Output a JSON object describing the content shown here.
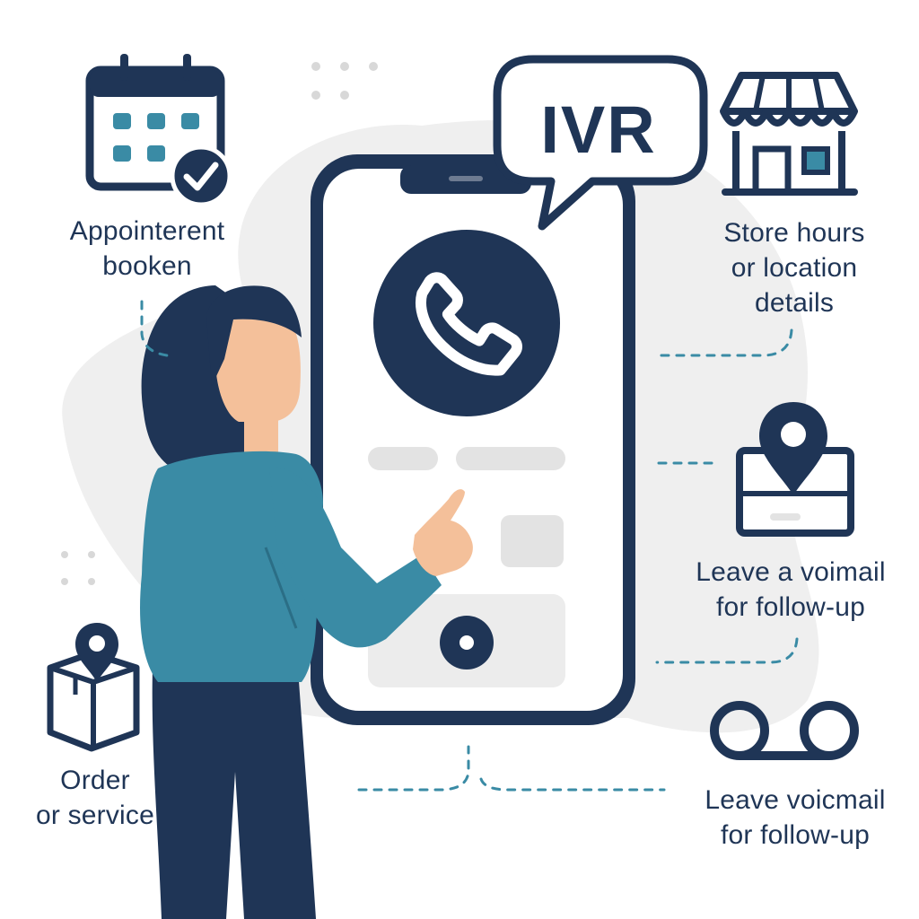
{
  "bubble": {
    "text": "IVR"
  },
  "labels": {
    "appointment": [
      "Appointerent",
      "booken"
    ],
    "store": [
      "Store hours",
      "or location",
      "details"
    ],
    "leave_voimail": [
      "Leave a voimail",
      "for follow-up"
    ],
    "order": [
      "Order",
      "or service"
    ],
    "leave_voicmail": [
      "Leave voicmail",
      "for follow-up"
    ]
  },
  "colors": {
    "navy": "#1f3556",
    "teal": "#3a8ba5",
    "skin": "#f4c09a",
    "placeholder": "#e3e3e3",
    "blob": "#efefef",
    "dash": "#3a8ba5"
  },
  "icons": [
    "calendar-check-icon",
    "storefront-icon",
    "map-pin-icon",
    "package-pin-icon",
    "voicemail-icon",
    "phone-handset-icon",
    "record-button-icon"
  ]
}
